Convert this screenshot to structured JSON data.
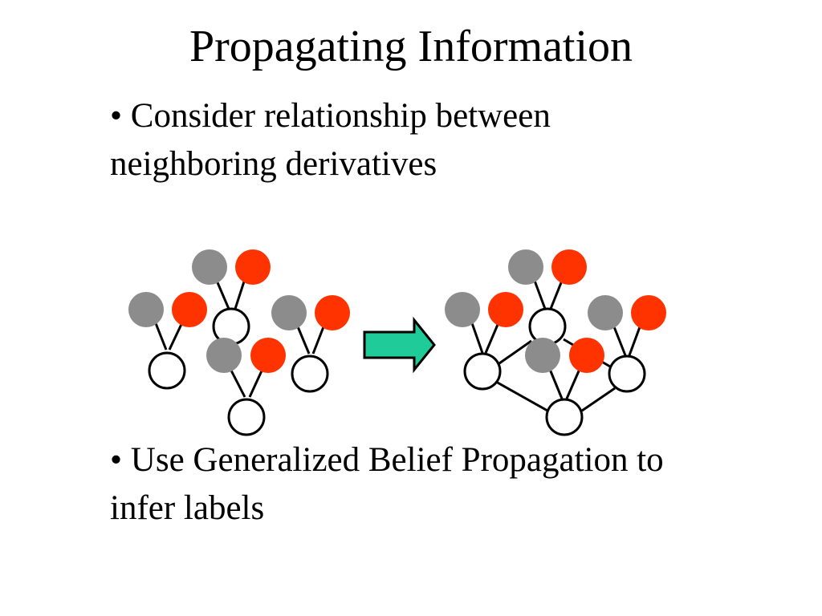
{
  "slide": {
    "title": "Propagating Information",
    "bullets": [
      "• Consider relationship between neighboring derivatives",
      "• Use Generalized Belief Propagation to infer labels"
    ]
  },
  "colors": {
    "background": "#ffffff",
    "gray_node": "#8c8c8c",
    "red_node": "#ff3300",
    "arrow_fill": "#1fcc99",
    "stroke": "#000000"
  },
  "icons": {
    "arrow": "right-arrow-icon"
  }
}
